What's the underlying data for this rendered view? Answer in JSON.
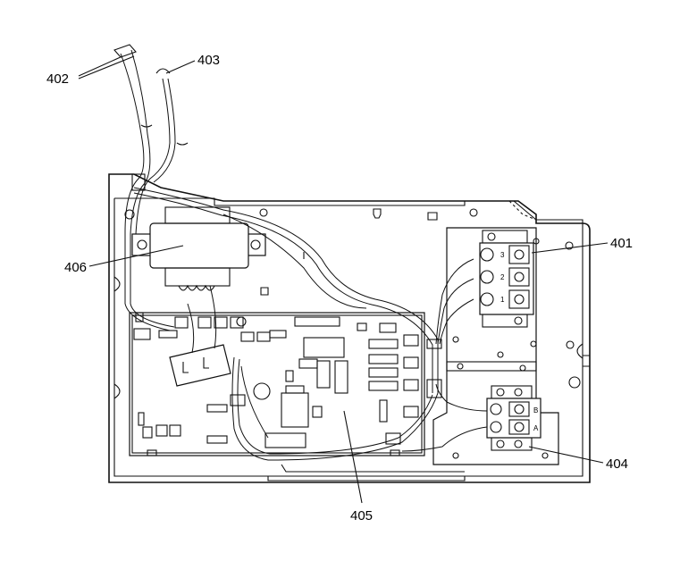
{
  "callouts": {
    "c401": "401",
    "c402": "402",
    "c403": "403",
    "c404": "404",
    "c405": "405",
    "c406": "406"
  },
  "terminal_block_upper": [
    "1",
    "2",
    "3"
  ],
  "terminal_block_lower": [
    "A",
    "B"
  ]
}
